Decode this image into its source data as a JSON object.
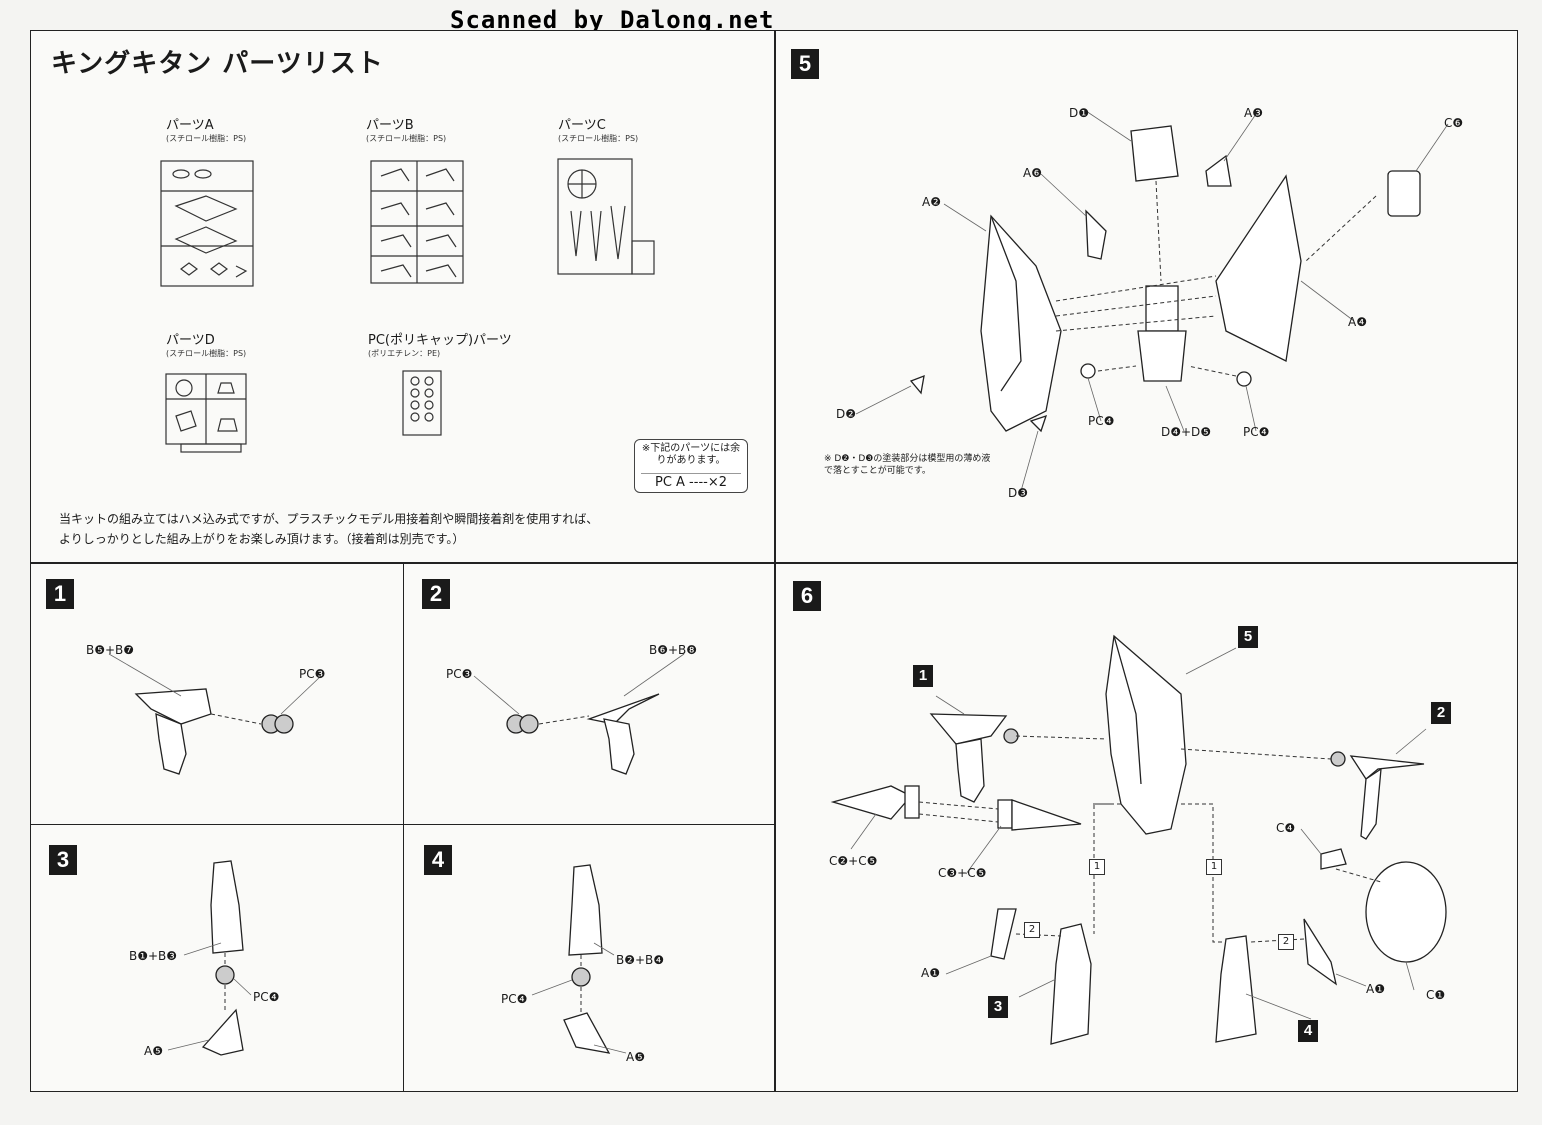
{
  "watermark": "Scanned by Dalong.net",
  "parts_list": {
    "title": "キングキタン パーツリスト",
    "runners": [
      {
        "name": "パーツA",
        "material": "(スチロール樹脂：PS)"
      },
      {
        "name": "パーツB",
        "material": "(スチロール樹脂：PS)"
      },
      {
        "name": "パーツC",
        "material": "(スチロール樹脂：PS)"
      },
      {
        "name": "パーツD",
        "material": "(スチロール樹脂：PS)"
      },
      {
        "name": "PC(ポリキャップ)パーツ",
        "material": "(ポリエチレン：PE)"
      }
    ],
    "spare_note": "※下記のパーツには余りがあります。",
    "spare_part": "PC A ----×2",
    "glue_note_line1": "当キットの組み立てはハメ込み式ですが、プラスチックモデル用接着剤や瞬間接着剤を使用すれば、",
    "glue_note_line2": "よりしっかりとした組み上がりをお楽しみ頂けます。（接着剤は別売です。）"
  },
  "steps": {
    "s1": {
      "number": "1",
      "labels": {
        "a": "B❺+B❼",
        "b": "PC❸"
      }
    },
    "s2": {
      "number": "2",
      "labels": {
        "a": "PC❸",
        "b": "B❻+B❽"
      }
    },
    "s3": {
      "number": "3",
      "labels": {
        "a": "B❶+B❸",
        "b": "PC❹",
        "c": "A❺"
      }
    },
    "s4": {
      "number": "4",
      "labels": {
        "a": "B❷+B❹",
        "b": "PC❹",
        "c": "A❺"
      }
    },
    "s5": {
      "number": "5",
      "labels": {
        "d1": "D❶",
        "a3": "A❸",
        "c6": "C❻",
        "a6": "A❻",
        "a2": "A❷",
        "a4": "A❹",
        "d2": "D❷",
        "pca1": "PC❹",
        "d45": "D❹+D❺",
        "pca2": "PC❹",
        "d3": "D❸"
      },
      "note": "※ D❷・D❸の塗装部分は模型用の薄め液で落とすことが可能です。"
    },
    "s6": {
      "number": "6",
      "labels": {
        "c25": "C❷+C❺",
        "c35": "C❸+C❺",
        "c4": "C❹",
        "a1l": "A❶",
        "a1r": "A❶",
        "c1": "C❶"
      },
      "badges": {
        "b1": "1",
        "b2": "2",
        "b3": "3",
        "b4": "4",
        "b5": "5"
      },
      "boxes": {
        "x1": "1",
        "x2": "1",
        "y1": "2",
        "y2": "2"
      }
    }
  },
  "colors": {
    "ink": "#1a1a1a",
    "paper": "#fafaf8",
    "badge": "#1a1a1a"
  }
}
